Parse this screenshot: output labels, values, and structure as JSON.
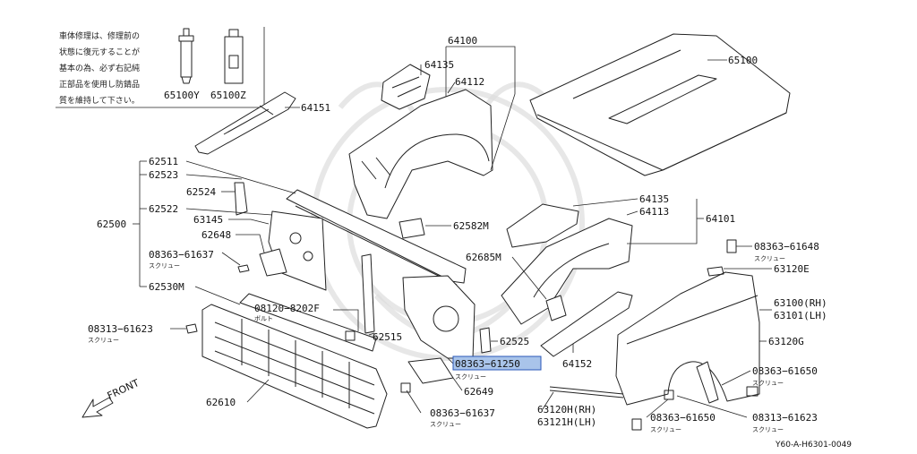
{
  "note": {
    "lines": [
      "車体修理は、修理前の",
      "状態に復元することが",
      "基本の為、必ず右記純",
      "正部品を使用し防錆品",
      "質を維持して下さい。"
    ],
    "products": [
      "65100Y",
      "65100Z"
    ]
  },
  "labels": {
    "l64100": "64100",
    "l64135a": "64135",
    "l64112": "64112",
    "l65100": "65100",
    "l64151": "64151",
    "l62511": "62511",
    "l62523": "62523",
    "l62524": "62524",
    "l62500": "62500",
    "l62522": "62522",
    "l63145": "63145",
    "l62648": "62648",
    "l08363_61637a": "08363−61637",
    "l62530M": "62530M",
    "l62582M": "62582M",
    "l64135b": "64135",
    "l64113": "64113",
    "l64101": "64101",
    "l62685M": "62685M",
    "l08363_61648": "08363−61648",
    "l63120E": "63120E",
    "l08120_8202F": "08120−8202F",
    "l08313_61623a": "08313−61623",
    "l62515": "62515",
    "l62525": "62525",
    "l63100RH": "63100(RH)",
    "l63101LH": "63101(LH)",
    "l63120G": "63120G",
    "l64152": "64152",
    "l08363_61250": "08363−61250",
    "l08363_61650a": "08363−61650",
    "l62649": "62649",
    "l62610": "62610",
    "l08363_61637b": "08363−61637",
    "l63120H": "63120H(RH)",
    "l63121H": "63121H(LH)",
    "l08363_61650b": "08363−61650",
    "l08313_61623b": "08313−61623"
  },
  "subs": {
    "screw": "スクリュー",
    "bolt": "ボルト"
  },
  "direction": "FRONT",
  "reference": "Y60-A-H6301-0049",
  "highlight_color": "#a9c4ea"
}
